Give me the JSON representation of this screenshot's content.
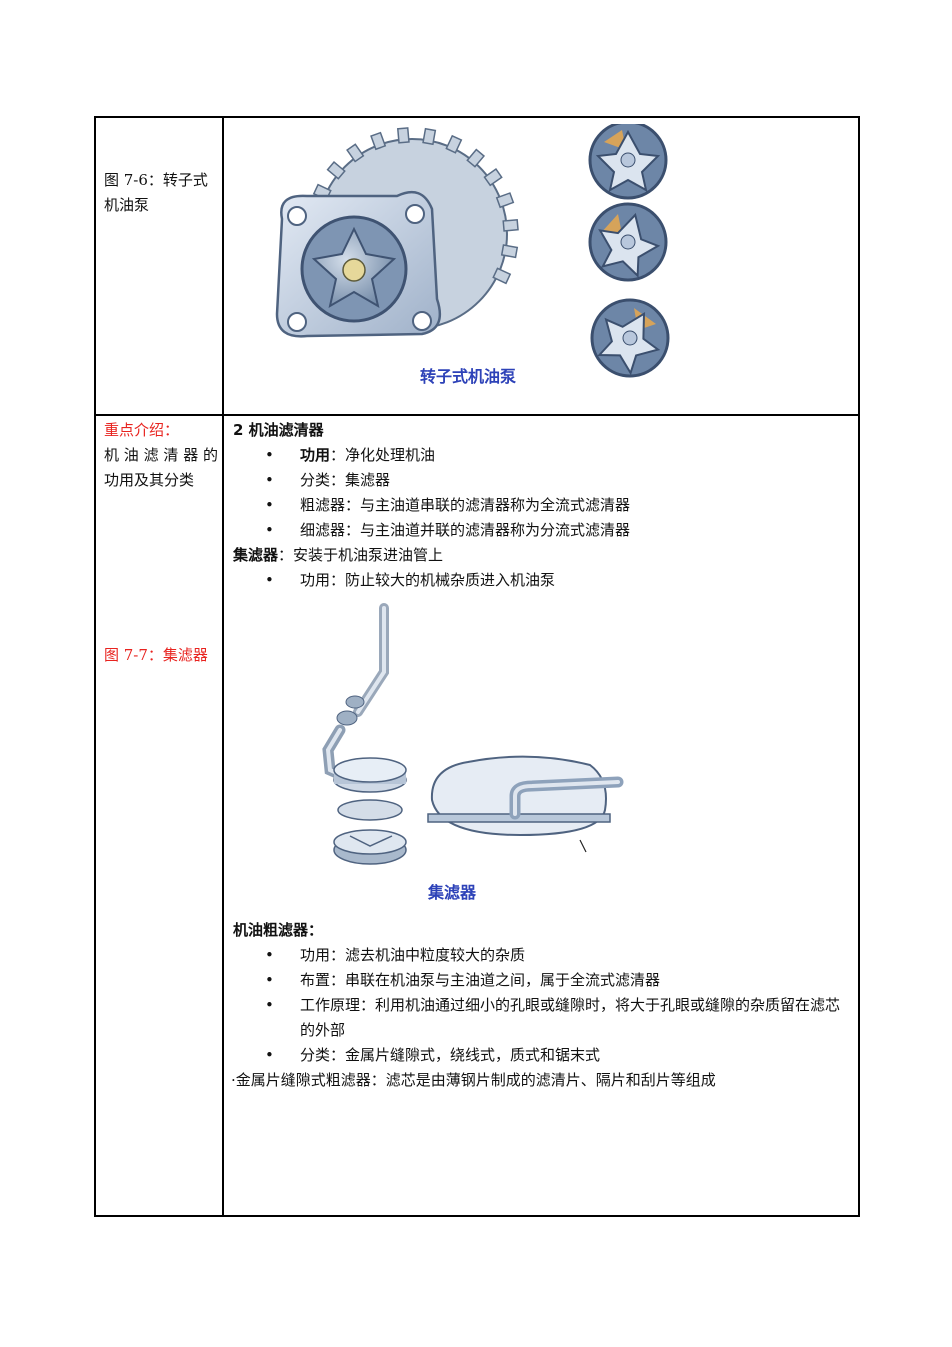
{
  "row1": {
    "left_caption": "图 7-6：转子式机油泵",
    "figure_caption": "转子式机油泵"
  },
  "row2": {
    "left_label": "重点介绍：",
    "left_desc_line1": "机油滤清器的",
    "left_desc_line2": "功用及其分类",
    "left_figure_label": "图 7-7：集滤器",
    "heading": "2 机油滤清器",
    "filter_items": [
      {
        "term": "功用",
        "text": "：净化处理机油"
      },
      {
        "term": "",
        "text": "分类：集滤器"
      },
      {
        "term": "",
        "text": "粗滤器：与主油道串联的滤清器称为全流式滤清器"
      },
      {
        "term": "",
        "text": "细滤器：与主油道并联的滤清器称为分流式滤清器"
      }
    ],
    "strainer_term": "集滤器",
    "strainer_text": "：安装于机油泵进油管上",
    "strainer_items": [
      "功用：防止较大的机械杂质进入机油泵"
    ],
    "figure_caption": "集滤器",
    "coarse_heading": "机油粗滤器：",
    "coarse_items": [
      "功用：滤去机油中粒度较大的杂质",
      "布置：串联在机油泵与主油道之间，属于全流式滤清器",
      "工作原理：利用机油通过细小的孔眼或缝隙时，将大于孔眼或缝隙的杂质留在滤芯的外部",
      "分类：金属片缝隙式，绕线式，质式和锯末式"
    ],
    "metal_note": "·金属片缝隙式粗滤器：滤芯是由薄钢片制成的滤清片、隔片和刮片等组成"
  },
  "colors": {
    "red_label": "#e8231f",
    "caption_blue": "#2d42b8",
    "metal": "#b8c7dc"
  },
  "icons": {
    "oil_pump_figure": "rotor-oil-pump-illustration",
    "strainer_figure": "oil-strainer-illustration"
  }
}
